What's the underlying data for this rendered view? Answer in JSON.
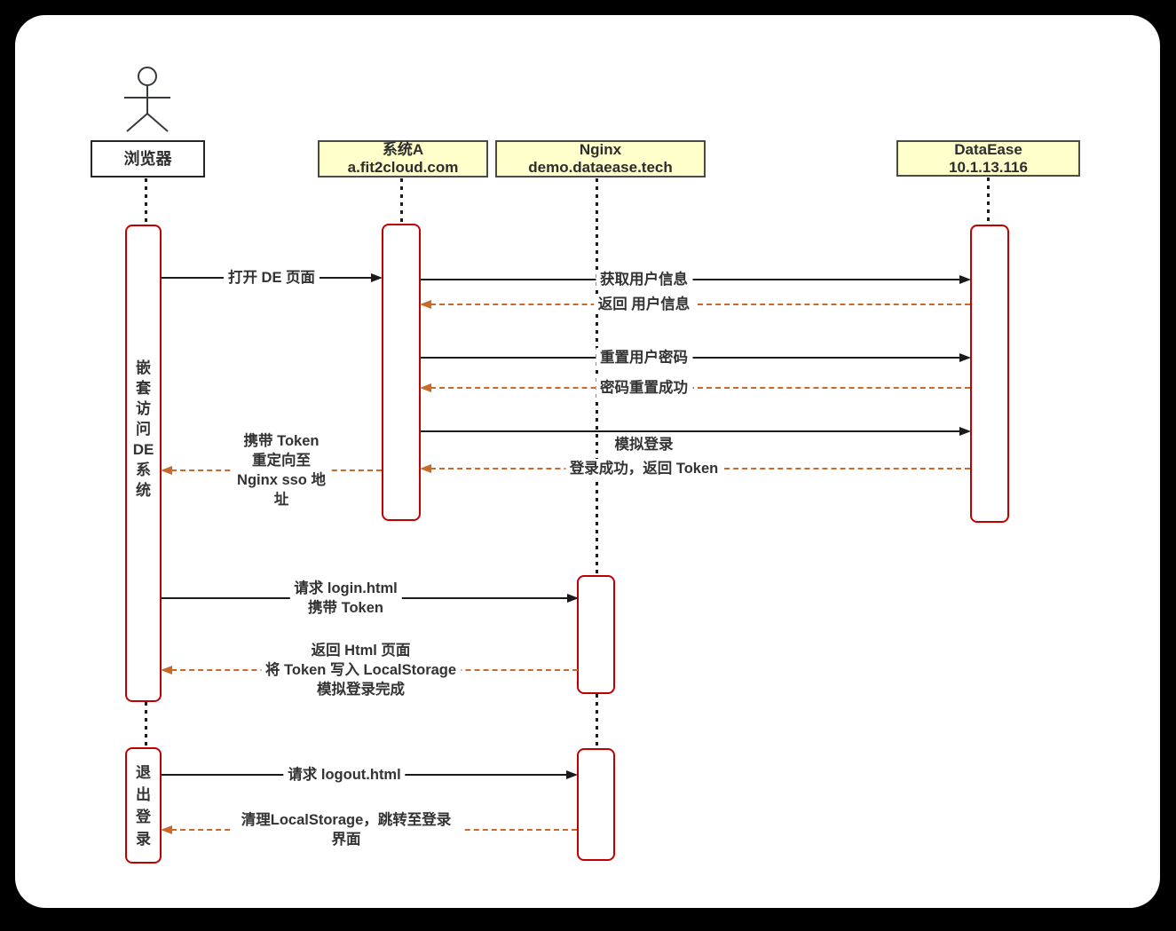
{
  "participants": {
    "browser": {
      "label": "浏览器"
    },
    "system_a": {
      "title": "系统A",
      "subtitle": "a.fit2cloud.com"
    },
    "nginx": {
      "title": "Nginx",
      "subtitle": "demo.dataease.tech"
    },
    "dataease": {
      "title": "DataEase",
      "subtitle": "10.1.13.116"
    }
  },
  "activation_labels": {
    "nested_de_access": "嵌\n套\n访\n问\nDE\n系\n统",
    "logout": "退\n出\n登\n录"
  },
  "messages": {
    "open_de_page": "打开 DE 页面",
    "get_user_info": "获取用户信息",
    "return_user_info": "返回 用户信息",
    "reset_user_password": "重置用户密码",
    "password_reset_success": "密码重置成功",
    "mock_login": "模拟登录",
    "login_success_return_token": "登录成功，返回 Token",
    "redirect_with_token": "携带 Token\n重定向至 Nginx sso 地址",
    "request_login_html": "请求 login.html\n携带 Token",
    "return_html_page": "返回 Html 页面\n将 Token 写入 LocalStorage\n模拟登录完成",
    "request_logout_html": "请求 logout.html",
    "clear_localstorage": "清理LocalStorage，跳转至登录界面"
  },
  "colors": {
    "sync_arrow": "#1a1a1a",
    "return_arrow": "#C96A2B",
    "activation_border": "#C00000",
    "participant_fill": "#FFFFCC",
    "page_background": "#000000",
    "canvas_background": "#FFFFFF"
  }
}
